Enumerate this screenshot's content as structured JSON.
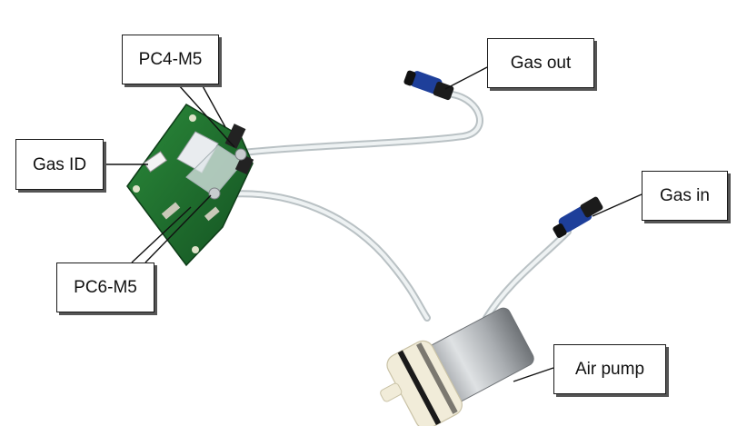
{
  "labels": {
    "pc4": "PC4-M5",
    "gas_id": "Gas ID",
    "pc6": "PC6-M5",
    "gas_out": "Gas out",
    "gas_in": "Gas in",
    "air_pump": "Air pump"
  },
  "colors": {
    "pcb_green": "#1f6b2c",
    "tube": "#cfd6d8",
    "fitting_blue": "#1e3f9a",
    "pump_white": "#f1ecd9",
    "pump_metal": "#b9bcbf",
    "callout_border": "#1a1a1a"
  }
}
